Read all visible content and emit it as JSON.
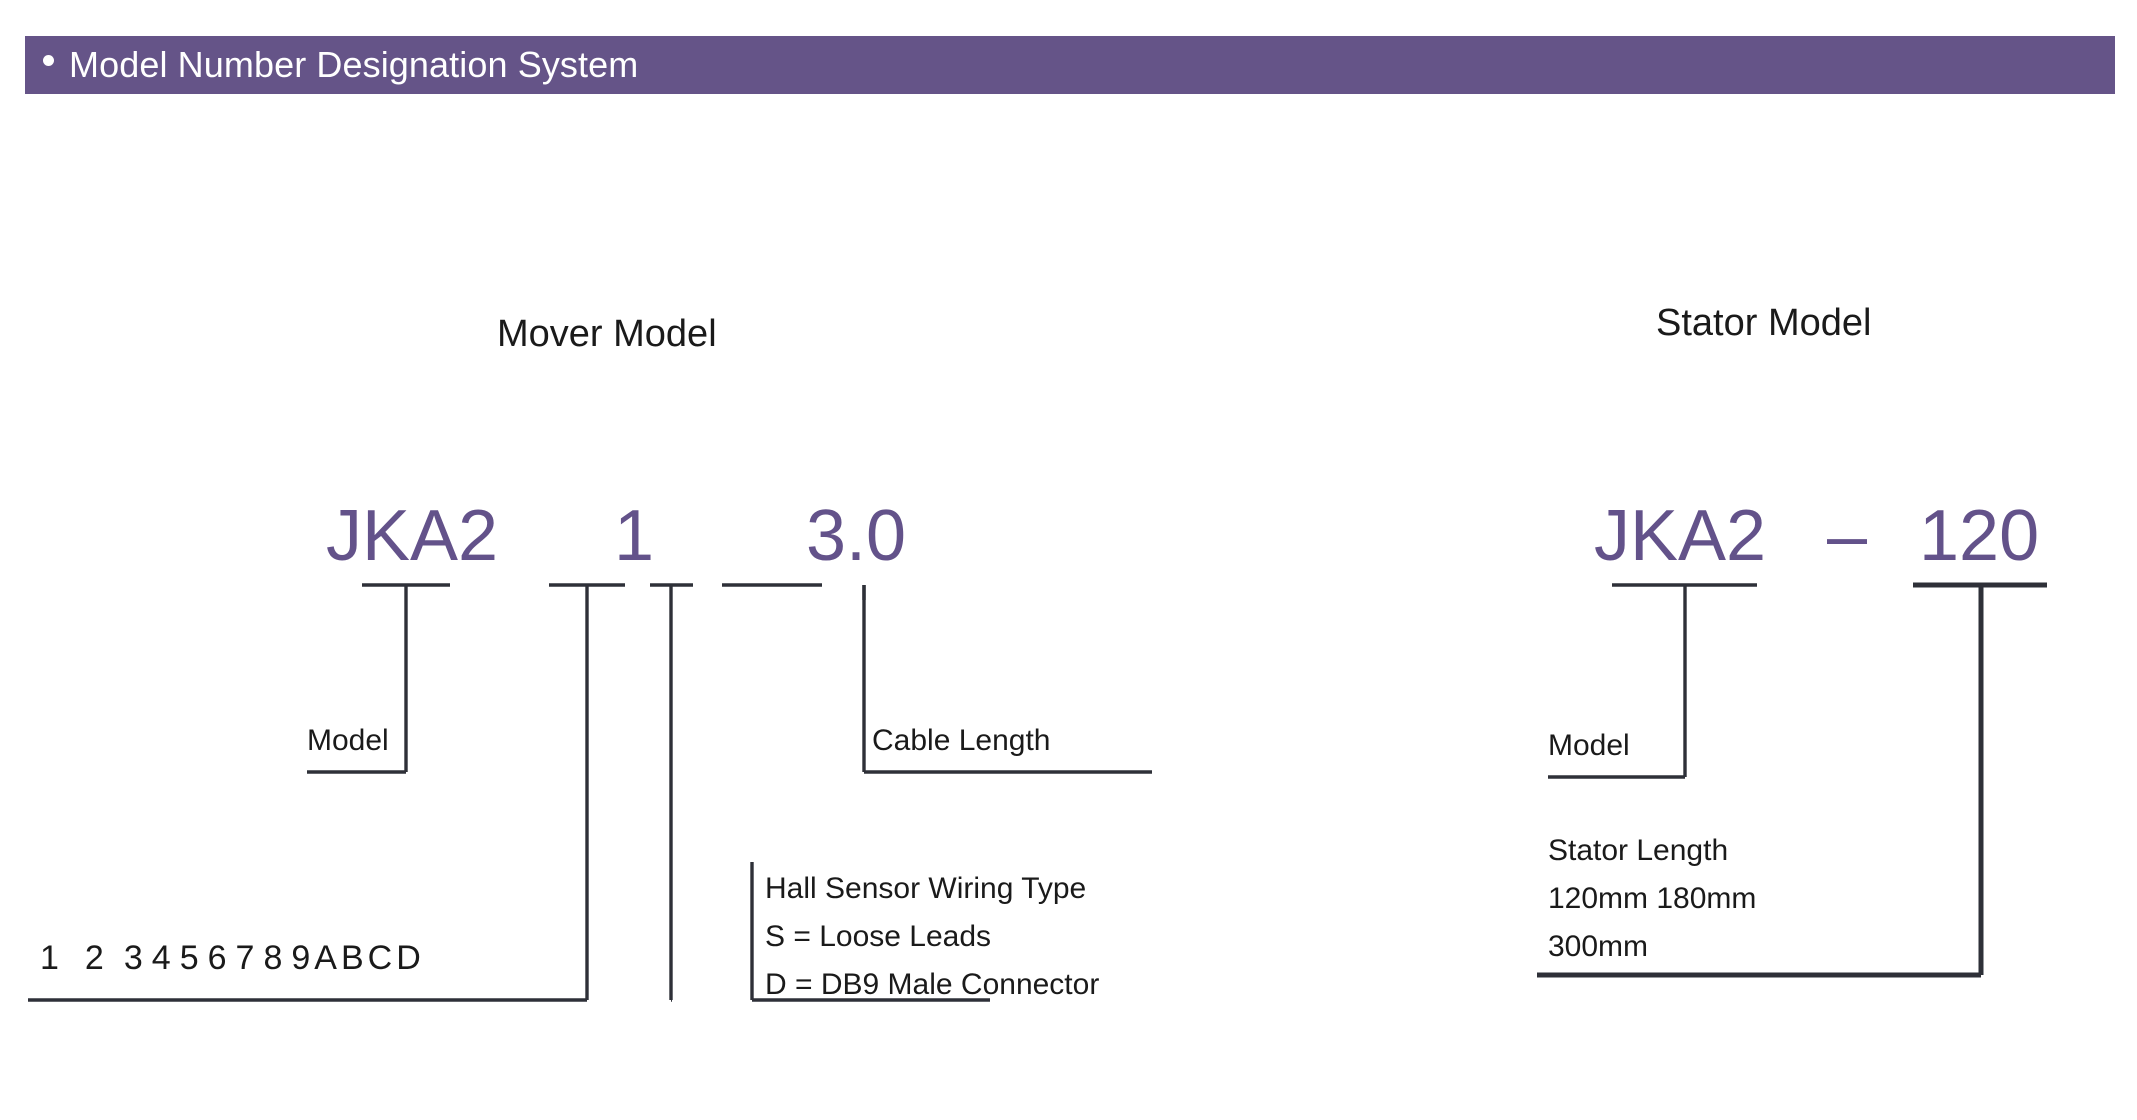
{
  "banner": {
    "bullet": "bullet-dot",
    "title": "Model Number Designation System",
    "color": "#655488"
  },
  "theme": {
    "accent_purple": "#655488",
    "model_purple": "#63528A",
    "line_color": "#2e3038",
    "text_color": "#1a1a1a",
    "background": "#ffffff"
  },
  "sections": {
    "mover": {
      "heading": "Mover Model",
      "tokens": {
        "model": "JKA2",
        "size": "1",
        "hall": "",
        "cable": "3.0"
      },
      "callouts": {
        "model": "Model",
        "cable": "Cable Length",
        "hall_title": "Hall Sensor Wiring Type",
        "hall_opt_s": "S = Loose Leads",
        "hall_opt_d": "D = DB9 Male Connector",
        "size_codes": [
          "1",
          "2",
          "3",
          "4",
          "5",
          "6",
          "7",
          "8",
          "9",
          "A",
          "B",
          "C",
          "D"
        ]
      }
    },
    "stator": {
      "heading": "Stator Model",
      "tokens": {
        "model": "JKA2",
        "separator": "–",
        "length": "120"
      },
      "callouts": {
        "model": "Model",
        "length_title": "Stator Length",
        "length_values_line1": "120mm   180mm",
        "length_values_line2": "300mm",
        "length_values": [
          "120mm",
          "180mm",
          "300mm"
        ]
      }
    }
  }
}
